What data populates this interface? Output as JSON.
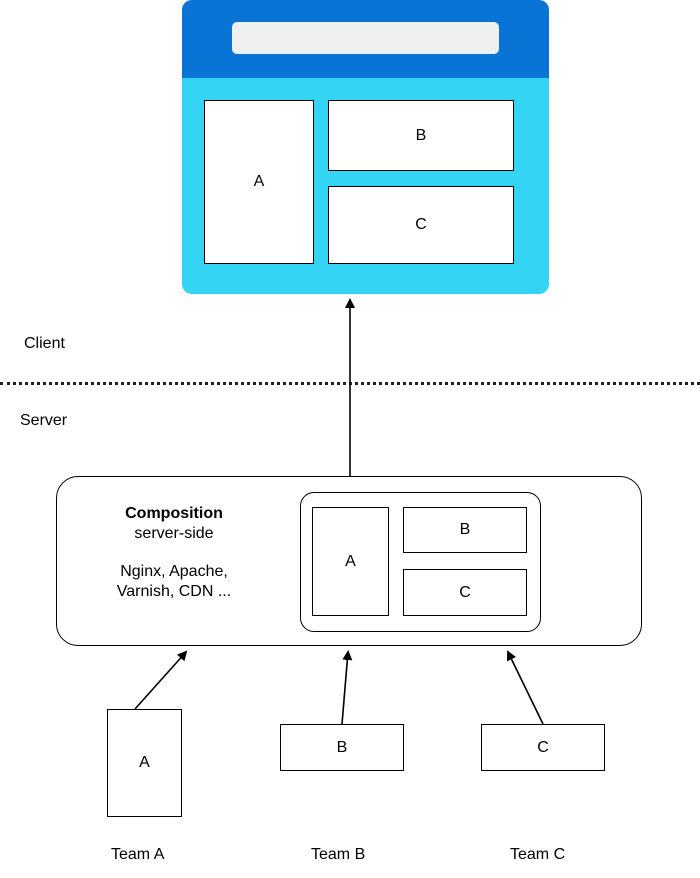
{
  "client_label": "Client",
  "server_label": "Server",
  "browser": {
    "frame_a": "A",
    "frame_b": "B",
    "frame_c": "C"
  },
  "composition": {
    "title": "Composition",
    "subtitle": "server-side",
    "tools_line1": "Nginx, Apache,",
    "tools_line2": "Varnish, CDN ...",
    "frame_a": "A",
    "frame_b": "B",
    "frame_c": "C"
  },
  "teams": [
    {
      "box_label": "A",
      "name": "Team A"
    },
    {
      "box_label": "B",
      "name": "Team B"
    },
    {
      "box_label": "C",
      "name": "Team C"
    }
  ]
}
